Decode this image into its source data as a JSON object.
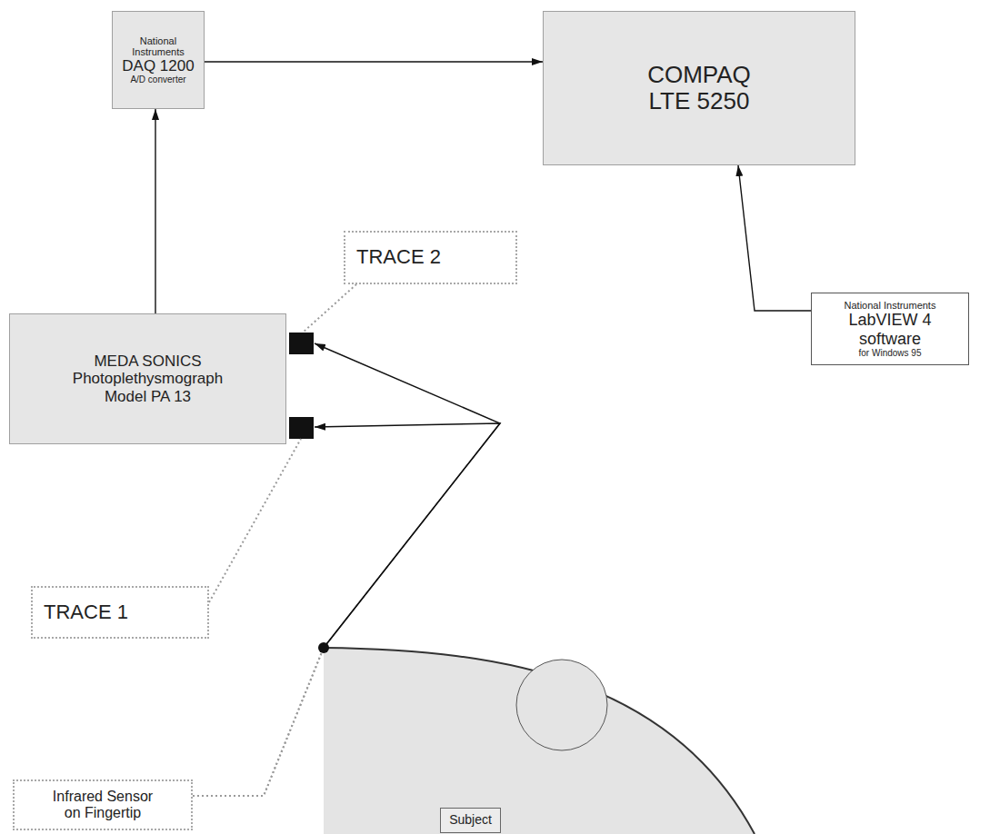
{
  "diagram": {
    "nodes": [
      {
        "text": [
          "National Instruments",
          "DAQ 1200",
          "A/D converter"
        ]
      },
      {
        "text": [
          "COMPAQ LTE 5250"
        ]
      },
      {
        "text": [
          "National Instruments",
          "LabVIEW 4 software",
          "for Windows 95"
        ]
      },
      {
        "text": [
          "MEDA SONICS Photoplethysmograph Model PA 13"
        ]
      },
      {
        "text": [
          "TRACE 2"
        ]
      },
      {
        "text": [
          "TRACE 1"
        ]
      },
      {
        "text": [
          "Infrared Sensor on Fingertip"
        ]
      },
      {
        "text": [
          "Subject"
        ]
      }
    ],
    "edges": [
      {
        "from": 0,
        "to": 1,
        "arrow": "to"
      },
      {
        "from": 3,
        "to": 0,
        "arrow": "to"
      },
      {
        "from": 2,
        "to": 1,
        "arrow": "to"
      },
      {
        "from": 4,
        "to": 3,
        "arrow": "none"
      },
      {
        "from": 5,
        "to": 3,
        "arrow": "none"
      },
      {
        "from": 6,
        "to": 3,
        "arrow": "to"
      },
      {
        "from": 6,
        "to": 3,
        "arrow": "to"
      }
    ]
  }
}
